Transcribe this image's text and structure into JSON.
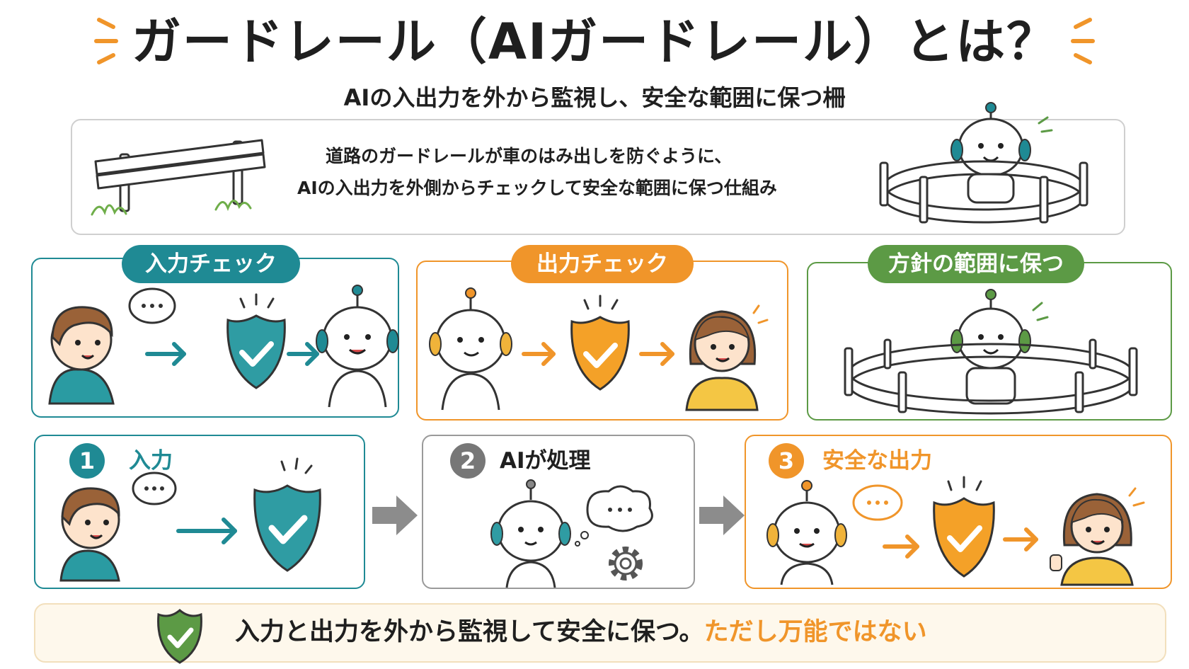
{
  "title": "ガードレール（AIガードレール）とは？",
  "subtitle": "AIの入出力を外から監視し、安全な範囲に保つ柵",
  "intro": {
    "line1": "道路のガードレールが車のはみ出しを防ぐように、",
    "line2": "AIの入出力を外側からチェックして安全な範囲に保つ仕組み"
  },
  "panels": [
    {
      "label": "入力チェック",
      "color": "#1f8a94"
    },
    {
      "label": "出力チェック",
      "color": "#f0952a"
    },
    {
      "label": "方針の範囲に保つ",
      "color": "#5c9a45"
    }
  ],
  "steps": [
    {
      "num": "1",
      "label": "入力",
      "color": "#1f8a94"
    },
    {
      "num": "2",
      "label": "AIが処理",
      "color": "#777777"
    },
    {
      "num": "3",
      "label": "安全な出力",
      "color": "#f0952a"
    }
  ],
  "bottom": {
    "main": "入力と出力を外から監視して安全に保つ。",
    "emphasis": "ただし万能ではない"
  },
  "colors": {
    "teal": "#1f8a94",
    "orange": "#f0952a",
    "green": "#5c9a45",
    "gray": "#777777"
  },
  "icons": [
    "guardrail-icon",
    "robot-icon",
    "fence-icon",
    "person-icon",
    "shield-check-icon",
    "speech-bubble-icon",
    "arrow-right-icon",
    "gear-icon"
  ]
}
